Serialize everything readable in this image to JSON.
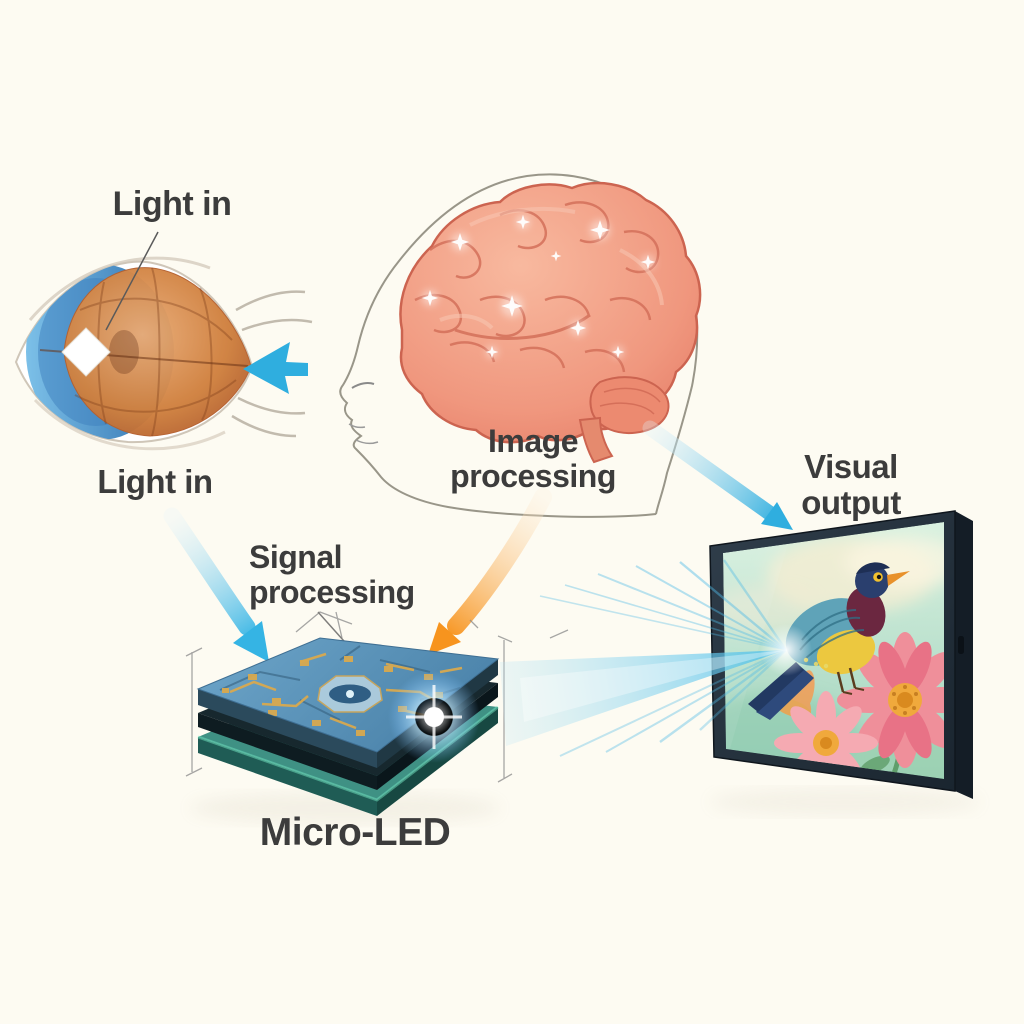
{
  "labels": {
    "light_in_top": "Light in",
    "light_in_bottom": "Light in",
    "image_processing": "Image\nprocessing",
    "signal_processing": "Signal\nprocessing",
    "visual_output": "Visual\noutput",
    "micro_led": "Micro-LED"
  },
  "figures": {
    "eye": "human-eye-cross-section",
    "head": "human-head-profile-with-brain",
    "chip": "micro-led-chip-stack",
    "display": "flat-panel-display-with-bird-and-flowers",
    "beam": "light-beam-chip-to-display",
    "arrows": [
      "blue-arrow-head-to-eye",
      "blue-arrow-eye-to-chip",
      "orange-arrow-brain-to-chip",
      "blue-arrow-head-to-display"
    ]
  },
  "colors": {
    "background": "#FDFBF2",
    "label_text": "#3C3C3C",
    "arrow_blue": "#2FAEDF",
    "arrow_blue_deep": "#35B4E4",
    "arrow_orange": "#F7941E",
    "beam_blue": "#4FBBE6",
    "head_outline": "#999689",
    "brain_fill": "#F0977E",
    "brain_line": "#CC6450",
    "eye_iris_blue": "#4D9AD0",
    "eye_globe_orange": "#CF7A44",
    "chip_top_blue": "#5E9AC2",
    "chip_trace_gold": "#D9A94F",
    "chip_layer_teal": "#3F9184",
    "monitor_frame": "#232F3A",
    "screen_sky_green": "#BFE4CF",
    "bird_head_navy": "#2A3F6E",
    "bird_wing_teal": "#5FA3B8",
    "bird_belly_yellow": "#ECC83F",
    "bird_chest_maroon": "#6B2740",
    "bird_beak_orange": "#E8912A",
    "flower_pink": "#EF8F9A",
    "flower_center_orange": "#F0A93C"
  }
}
